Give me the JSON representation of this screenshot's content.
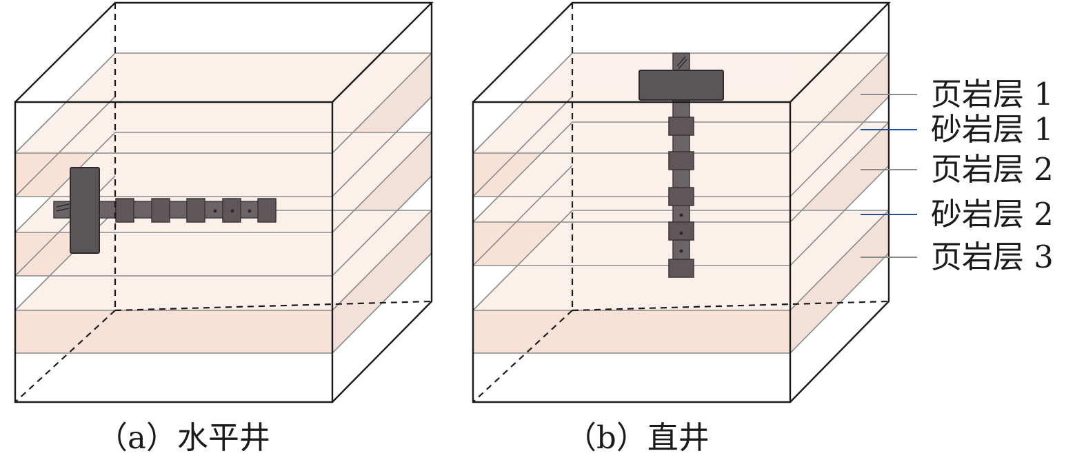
{
  "panels": [
    {
      "id": "a",
      "caption": "（a）水平井",
      "well_type": "horizontal"
    },
    {
      "id": "b",
      "caption": "（b）直井",
      "well_type": "vertical"
    }
  ],
  "layers": [
    {
      "label": "页岩层 1",
      "kind": "shale",
      "leader_color": "#8a8a8a"
    },
    {
      "label": "砂岩层 1",
      "kind": "sandstone",
      "leader_color": "#1f4e9a"
    },
    {
      "label": "页岩层 2",
      "kind": "shale",
      "leader_color": "#8a8a8a"
    },
    {
      "label": "砂岩层 2",
      "kind": "sandstone",
      "leader_color": "#1f4e9a"
    },
    {
      "label": "页岩层 3",
      "kind": "shale",
      "leader_color": "#8a8a8a"
    }
  ],
  "colors": {
    "layer_fill": "#f6d9cc",
    "pipe": "#6b6466",
    "box_edge": "#1a1a1a"
  }
}
